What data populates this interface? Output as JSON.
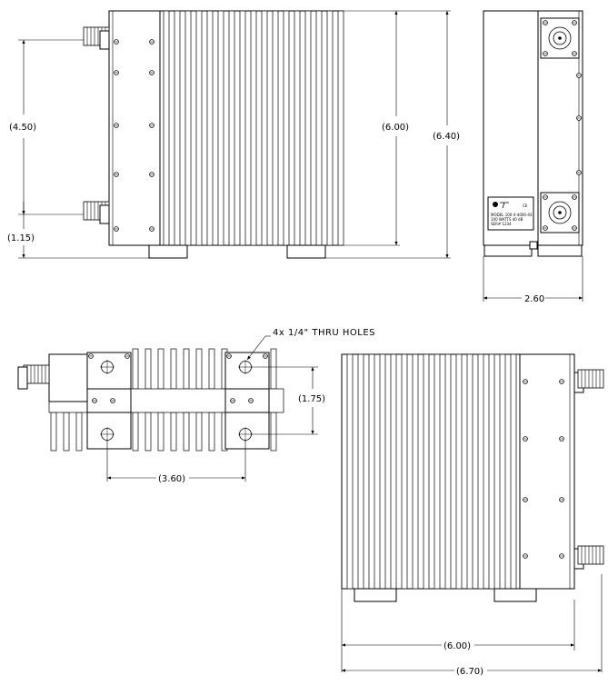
{
  "drawing": {
    "front_view": {
      "dims": {
        "port_spacing": "(4.50)",
        "port_offset": "(1.15)",
        "body_height": "(6.00)",
        "overall_height": "(6.40)"
      }
    },
    "side_view": {
      "dims": {
        "depth": "2.60"
      },
      "label_text": [
        "MODEL 100-4-4000-4S",
        "100 WATTS  40 dB",
        "SER# 1234"
      ]
    },
    "top_view": {
      "note": "4x 1/4\" THRU HOLES",
      "dims": {
        "hole_spacing_vertical": "(1.75)",
        "hole_spacing_horizontal": "(3.60)"
      }
    },
    "bottom_view": {
      "dims": {
        "body_width": "(6.00)",
        "overall_width": "(6.70)"
      }
    }
  }
}
